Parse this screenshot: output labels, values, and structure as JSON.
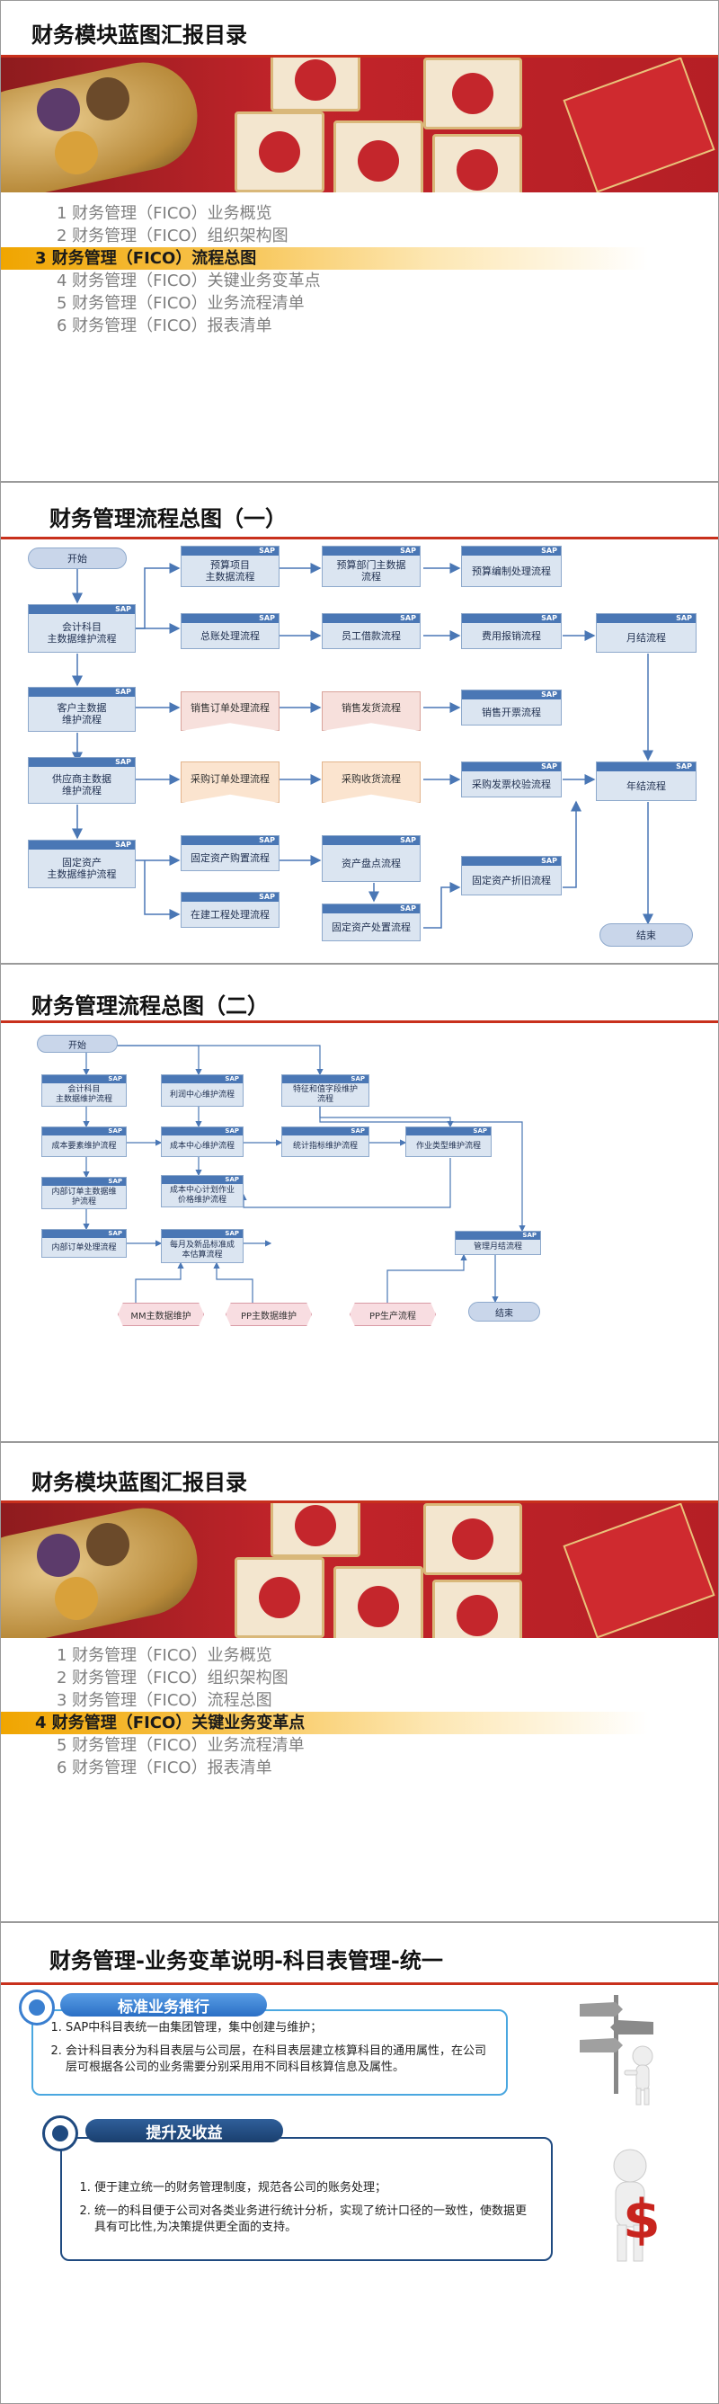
{
  "slide1": {
    "title": "财务模块蓝图汇报目录",
    "toc": [
      {
        "text": "1 财务管理（FICO）业务概览",
        "active": false
      },
      {
        "text": "2 财务管理（FICO）组织架构图",
        "active": false
      },
      {
        "text": "3 财务管理（FICO）流程总图",
        "active": true
      },
      {
        "text": "4 财务管理（FICO）关键业务变革点",
        "active": false
      },
      {
        "text": "5 财务管理（FICO）业务流程清单",
        "active": false
      },
      {
        "text": "6 财务管理（FICO）报表清单",
        "active": false
      }
    ]
  },
  "slide2": {
    "title": "财务管理流程总图（一）",
    "sap": "SAP",
    "start": "开始",
    "end": "结束",
    "nodes": {
      "budget_item": "预算项目\n主数据流程",
      "budget_dept": "预算部门主数据\n流程",
      "budget_edit": "预算编制处理流程",
      "gl_master": "会计科目\n主数据维护流程",
      "gl_process": "总账处理流程",
      "emp_loan": "员工借款流程",
      "expense": "费用报销流程",
      "month_close": "月结流程",
      "customer_master": "客户主数据\n维护流程",
      "sales_order": "销售订单处理流程",
      "sales_ship": "销售发货流程",
      "sales_invoice": "销售开票流程",
      "vendor_master": "供应商主数据\n维护流程",
      "purchase_order": "采购订单处理流程",
      "purchase_receipt": "采购收货流程",
      "purchase_invoice": "采购发票校验流程",
      "year_close": "年结流程",
      "asset_master": "固定资产\n主数据维护流程",
      "asset_buy": "固定资产购置流程",
      "asset_count": "资产盘点流程",
      "asset_depr": "固定资产折旧流程",
      "cip": "在建工程处理流程",
      "asset_dispose": "固定资产处置流程"
    }
  },
  "slide3": {
    "title": "财务管理流程总图（二）",
    "sap": "SAP",
    "start": "开始",
    "end": "结束",
    "nodes": {
      "gl_master": "会计科目\n主数据维护流程",
      "profit_center": "利润中心维护流程",
      "char_value": "特征和值字段维护\n流程",
      "cost_element": "成本要素维护流程",
      "cost_center": "成本中心维护流程",
      "stat_key": "统计指标维护流程",
      "activity_type": "作业类型维护流程",
      "internal_order_master": "内部订单主数据维\n护流程",
      "cc_plan": "成本中心计划作业\n价格维护流程",
      "internal_order": "内部订单处理流程",
      "std_cost": "每月及新品标准成\n本估算流程",
      "month_close": "管理月结流程",
      "mm_master": "MM主数据维护",
      "pp_master": "PP主数据维护",
      "pp_prod": "PP生产流程"
    }
  },
  "slide4": {
    "title": "财务模块蓝图汇报目录",
    "toc": [
      {
        "text": "1 财务管理（FICO）业务概览",
        "active": false
      },
      {
        "text": "2 财务管理（FICO）组织架构图",
        "active": false
      },
      {
        "text": "3 财务管理（FICO）流程总图",
        "active": false
      },
      {
        "text": "4 财务管理（FICO）关键业务变革点",
        "active": true
      },
      {
        "text": "5 财务管理（FICO）业务流程清单",
        "active": false
      },
      {
        "text": "6 财务管理（FICO）报表清单",
        "active": false
      }
    ]
  },
  "slide5": {
    "title": "财务管理-业务变革说明-科目表管理-统一",
    "section1": "标准业务推行",
    "section1_items": [
      "SAP中科目表统一由集团管理，集中创建与维护；",
      "会计科目表分为科目表层与公司层，在科目表层建立核算科目的通用属性，在公司层可根据各公司的业务需要分别采用用不同科目核算信息及属性。"
    ],
    "section2": "提升及收益",
    "section2_items": [
      "便于建立统一的财务管理制度，规范各公司的账务处理；",
      "统一的科目便于公司对各类业务进行统计分析，实现了统计口径的一致性，使数据更具有可比性,为决策提供更全面的支持。"
    ]
  }
}
